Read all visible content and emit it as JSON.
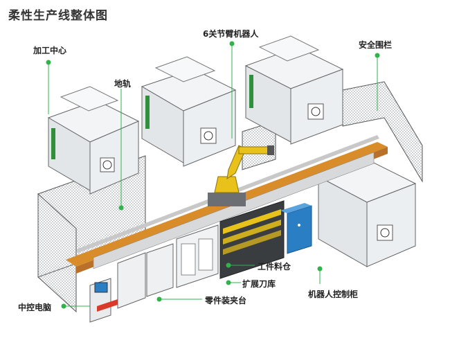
{
  "title": "柔性生产线整体图",
  "colors": {
    "accent": "#2fb34a",
    "machine_body": "#e8ebee",
    "machine_trim": "#2f8f3a",
    "robot": "#e8c21a",
    "rail": "#d98c2a",
    "cabinet": "#2a7fc4"
  },
  "labels": {
    "machining_center": "加工中心",
    "ground_rail": "地轨",
    "robot_6axis": "6关节臂机器人",
    "safety_fence": "安全围栏",
    "workpiece_silo": "工件料仓",
    "tool_magazine": "扩展刀库",
    "robot_cabinet": "机器人控制柜",
    "fixture_station": "零件装夹台",
    "central_pc": "中控电脑"
  }
}
